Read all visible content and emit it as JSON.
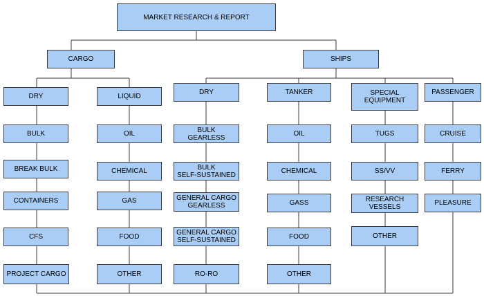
{
  "diagram": {
    "root": "MARKET RESEARCH & REPORT",
    "cargo": {
      "label": "CARGO",
      "dry": {
        "label": "DRY",
        "items": [
          "BULK",
          "BREAK BULK",
          "CONTAINERS",
          "CFS",
          "PROJECT CARGO"
        ]
      },
      "liquid": {
        "label": "LIQUID",
        "items": [
          "OIL",
          "CHEMICAL",
          "GAS",
          "FOOD",
          "OTHER"
        ]
      }
    },
    "ships": {
      "label": "SHIPS",
      "dry": {
        "label": "DRY",
        "items": [
          "BULK\nGEARLESS",
          "BULK\nSELF-SUSTAINED",
          "GENERAL CARGO\nGEARLESS",
          "GENERAL CARGO\nSELF-SUSTAINED",
          "RO-RO"
        ]
      },
      "tanker": {
        "label": "TANKER",
        "items": [
          "OIL",
          "CHEMICAL",
          "GASS",
          "FOOD",
          "OTHER"
        ]
      },
      "special": {
        "label": "SPECIAL\nEQUIPMENT",
        "items": [
          "TUGS",
          "SS/VV",
          "RESEARCH\nVESSELS",
          "OTHER"
        ]
      },
      "passenger": {
        "label": "PASSENGER",
        "items": [
          "CRUISE",
          "FERRY",
          "PLEASURE"
        ]
      }
    },
    "colors": {
      "box_fill": "#a9cdf5",
      "box_border": "#3a3a3a",
      "connector": "#3a3a3a"
    }
  }
}
